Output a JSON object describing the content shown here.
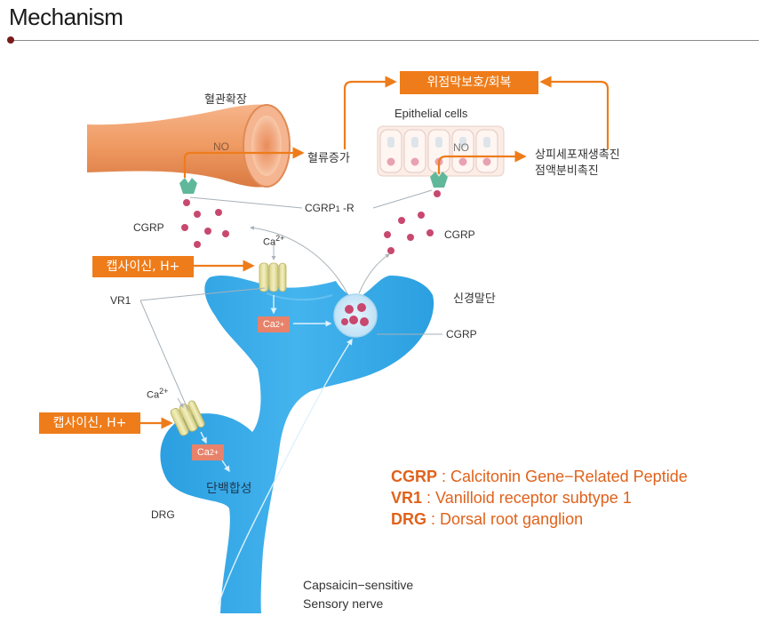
{
  "header": {
    "title": "Mechanism"
  },
  "labels": {
    "vasodilation": "혈관확장",
    "no_left": "NO",
    "no_right": "NO",
    "blood_flow_increase": "혈류증가",
    "epithelial_cells": "Epithelial cells",
    "regen_line1": "상피세포재생촉진",
    "regen_line2": "점액분비촉진",
    "cgrp1_receptor_main": "CGRP",
    "cgrp1_receptor_sub": "1",
    "cgrp1_receptor_suffix": " -R",
    "cgrp_left": "CGRP",
    "cgrp_right": "CGRP",
    "cgrp_vesicle": "CGRP",
    "nerve_terminal": "신경말단",
    "vr1": "VR1",
    "ca_top_main": "Ca",
    "ca_top_sup": "2+",
    "ca_mid_main": "Ca",
    "ca_mid_sup": "2+",
    "ca_box_top_main": "Ca",
    "ca_box_top_sup": "2+",
    "ca_box_bottom_main": "Ca",
    "ca_box_bottom_sup": "2+",
    "protein_synthesis": "단백합성",
    "drg": "DRG",
    "nerve_line1": "Capsaicin−sensitive",
    "nerve_line2": "Sensory nerve"
  },
  "boxes": {
    "mucosal_protection": "위점막보호/회복",
    "capsaicin_top": "캡사이신, H+",
    "capsaicin_bottom": "캡사이신, H+"
  },
  "legend": [
    {
      "term": "CGRP",
      "sep": " : ",
      "desc": "Calcitonin Gene−Related Peptide"
    },
    {
      "term": "VR1",
      "sep": " : ",
      "desc": "Vanilloid receptor subtype 1"
    },
    {
      "term": "DRG",
      "sep": " : ",
      "desc": "Dorsal root ganglion"
    }
  ],
  "colors": {
    "accent_orange": "#ee7c1a",
    "nerve_blue": "#33a8e6",
    "vessel_orange": "#f0a070",
    "cgrp_dot": "#c8486e",
    "legend_text": "#e0621b"
  }
}
